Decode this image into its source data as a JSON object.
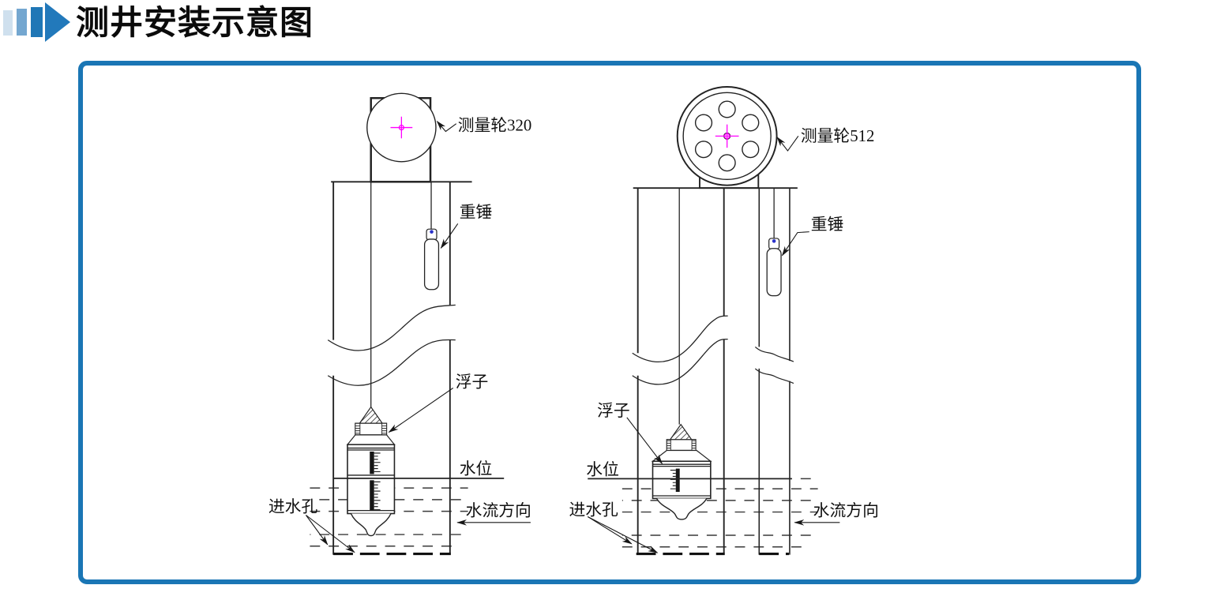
{
  "header": {
    "title": "测井安装示意图"
  },
  "diagrams": {
    "left": {
      "wheel_label": "测量轮320",
      "weight_label": "重锤",
      "float_label": "浮子",
      "water_level_label": "水位",
      "inlet_label": "进水孔",
      "flow_direction_label": "水流方向"
    },
    "right": {
      "wheel_label": "测量轮512",
      "weight_label": "重锤",
      "float_label": "浮子",
      "water_level_label": "水位",
      "inlet_label": "进水孔",
      "flow_direction_label": "水流方向"
    }
  },
  "colors": {
    "frame_border": "#1a76b5",
    "drawing_line": "#232323",
    "crosshair": "#ff00ff",
    "rope_anchor": "#2a31c8",
    "title_text": "#0b0b0b",
    "accent_bar_light": "#cfe0ee",
    "accent_bar_medium": "#74a7d0",
    "accent_bar_dark": "#1f77b6",
    "accent_arrow": "#2279bb"
  }
}
